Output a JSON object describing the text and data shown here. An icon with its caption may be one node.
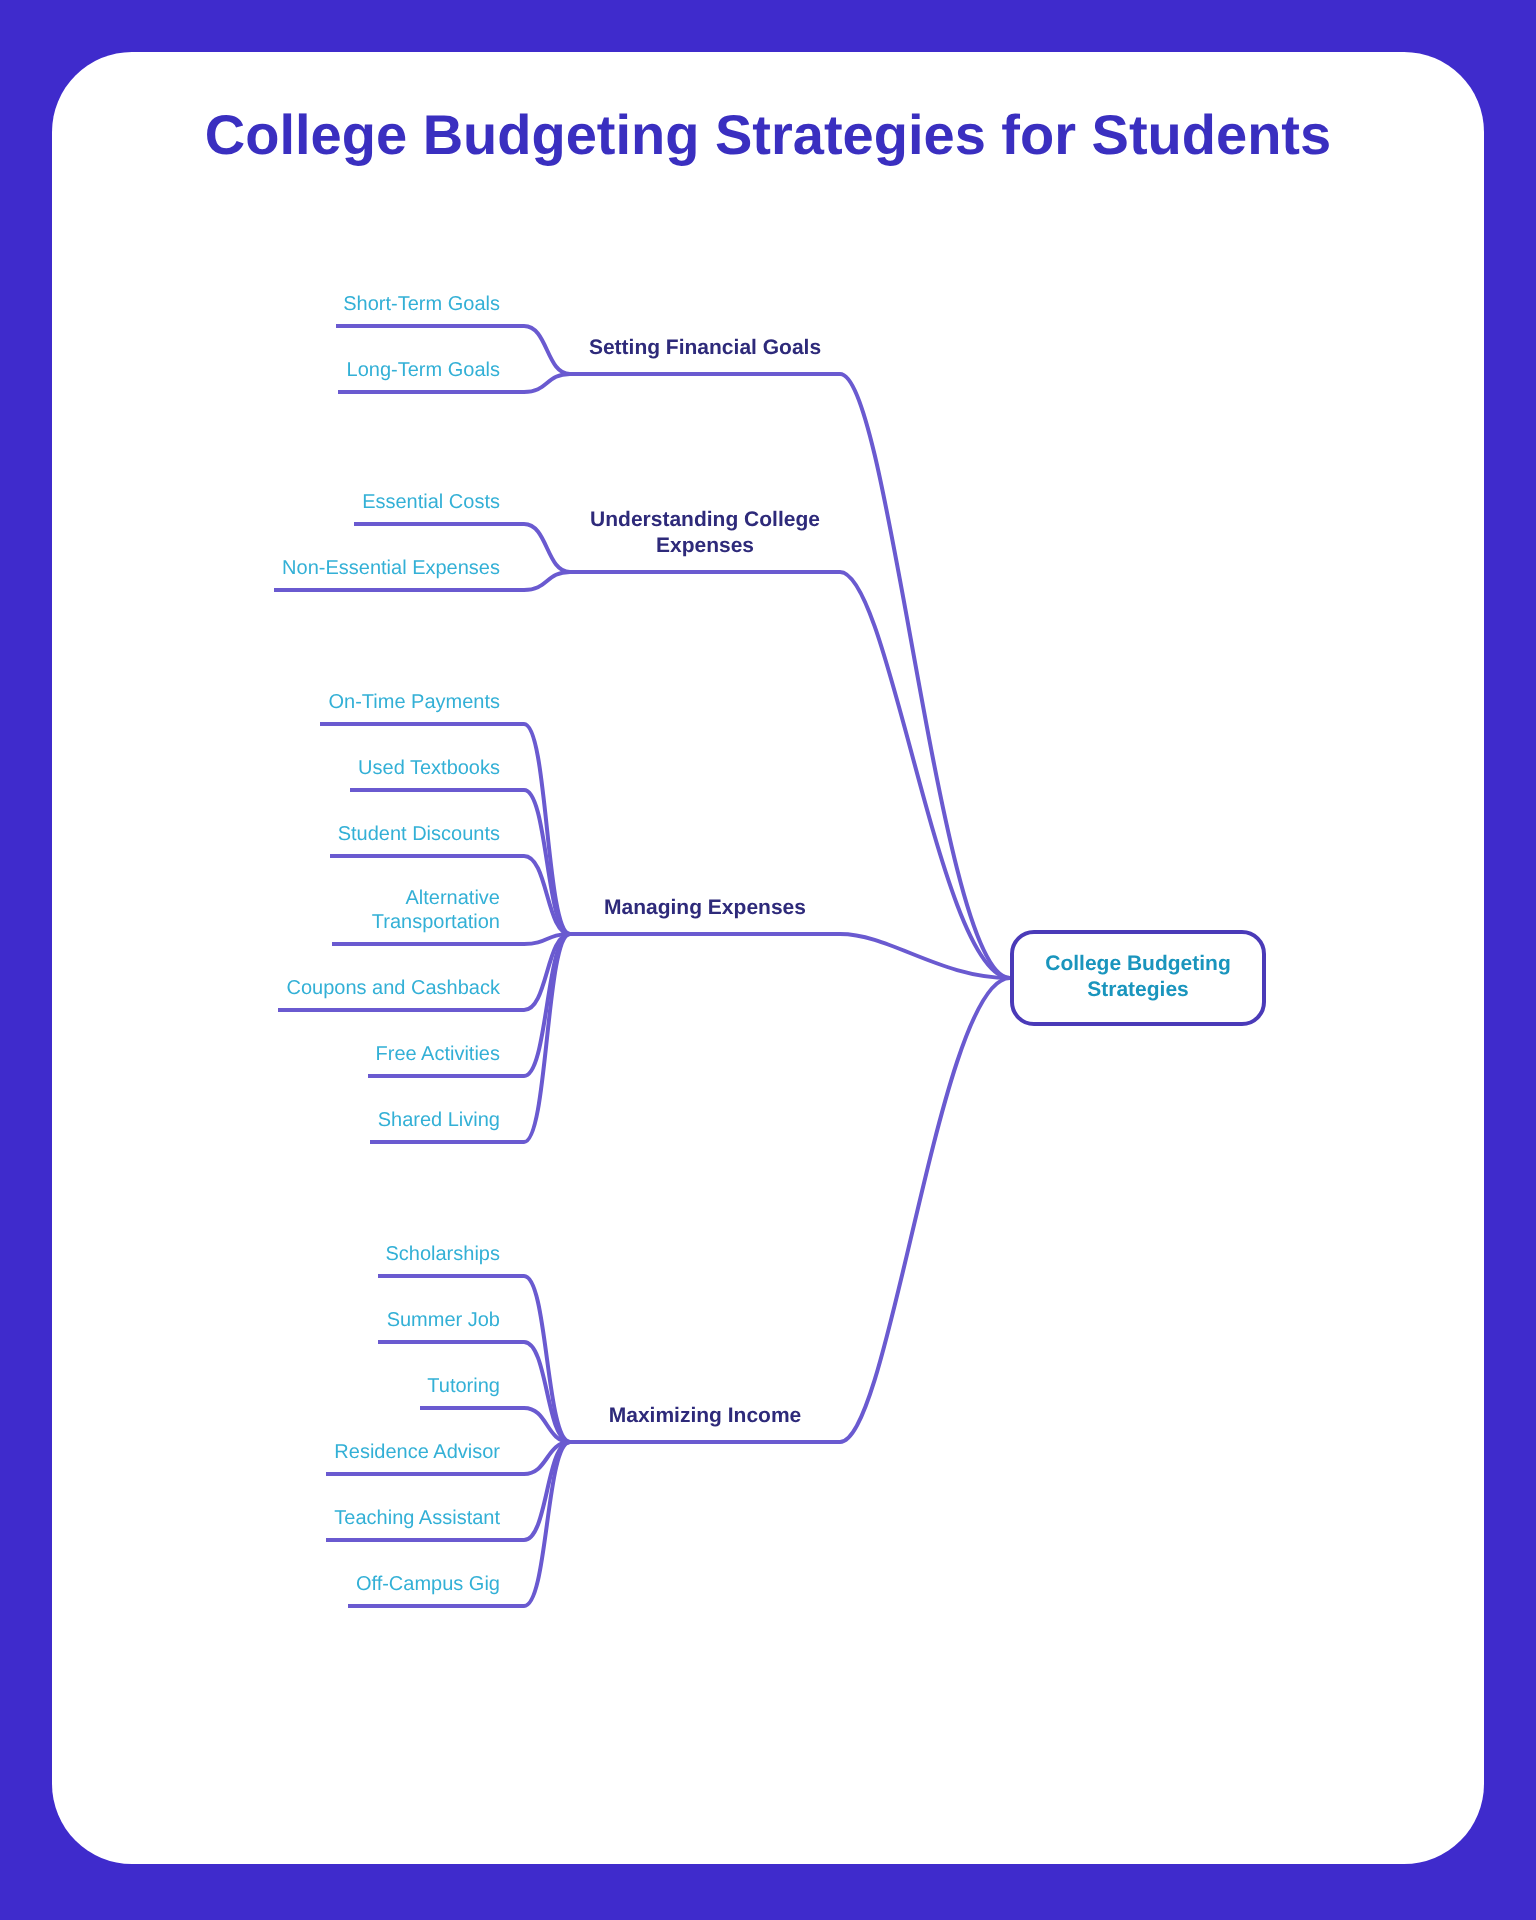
{
  "diagram": {
    "title": "College Budgeting Strategies for Students",
    "nodes": [
      {
        "text": [
          "College Budgeting Strategies"
        ]
      },
      {
        "text": [
          "Setting Financial Goals"
        ]
      },
      {
        "text": [
          "Short-Term Goals"
        ]
      },
      {
        "text": [
          "Long-Term Goals"
        ]
      },
      {
        "text": [
          "Understanding College Expenses"
        ]
      },
      {
        "text": [
          "Essential Costs"
        ]
      },
      {
        "text": [
          "Non-Essential Expenses"
        ]
      },
      {
        "text": [
          "Managing Expenses"
        ]
      },
      {
        "text": [
          "On-Time Payments"
        ]
      },
      {
        "text": [
          "Used Textbooks"
        ]
      },
      {
        "text": [
          "Student Discounts"
        ]
      },
      {
        "text": [
          "Alternative Transportation"
        ]
      },
      {
        "text": [
          "Coupons and Cashback"
        ]
      },
      {
        "text": [
          "Free Activities"
        ]
      },
      {
        "text": [
          "Shared Living"
        ]
      },
      {
        "text": [
          "Maximizing Income"
        ]
      },
      {
        "text": [
          "Scholarships"
        ]
      },
      {
        "text": [
          "Summer Job"
        ]
      },
      {
        "text": [
          "Tutoring"
        ]
      },
      {
        "text": [
          "Residence Advisor"
        ]
      },
      {
        "text": [
          "Teaching Assistant"
        ]
      },
      {
        "text": [
          "Off-Campus Gig"
        ]
      }
    ],
    "edges": [
      {
        "from": 0,
        "to": 1,
        "arrow": "none"
      },
      {
        "from": 1,
        "to": 2,
        "arrow": "none"
      },
      {
        "from": 1,
        "to": 3,
        "arrow": "none"
      },
      {
        "from": 0,
        "to": 4,
        "arrow": "none"
      },
      {
        "from": 4,
        "to": 5,
        "arrow": "none"
      },
      {
        "from": 4,
        "to": 6,
        "arrow": "none"
      },
      {
        "from": 0,
        "to": 7,
        "arrow": "none"
      },
      {
        "from": 7,
        "to": 8,
        "arrow": "none"
      },
      {
        "from": 7,
        "to": 9,
        "arrow": "none"
      },
      {
        "from": 7,
        "to": 10,
        "arrow": "none"
      },
      {
        "from": 7,
        "to": 11,
        "arrow": "none"
      },
      {
        "from": 7,
        "to": 12,
        "arrow": "none"
      },
      {
        "from": 7,
        "to": 13,
        "arrow": "none"
      },
      {
        "from": 7,
        "to": 14,
        "arrow": "none"
      },
      {
        "from": 0,
        "to": 15,
        "arrow": "none"
      },
      {
        "from": 15,
        "to": 16,
        "arrow": "none"
      },
      {
        "from": 15,
        "to": 17,
        "arrow": "none"
      },
      {
        "from": 15,
        "to": 18,
        "arrow": "none"
      },
      {
        "from": 15,
        "to": 19,
        "arrow": "none"
      },
      {
        "from": 15,
        "to": 20,
        "arrow": "none"
      },
      {
        "from": 15,
        "to": 21,
        "arrow": "none"
      }
    ]
  }
}
